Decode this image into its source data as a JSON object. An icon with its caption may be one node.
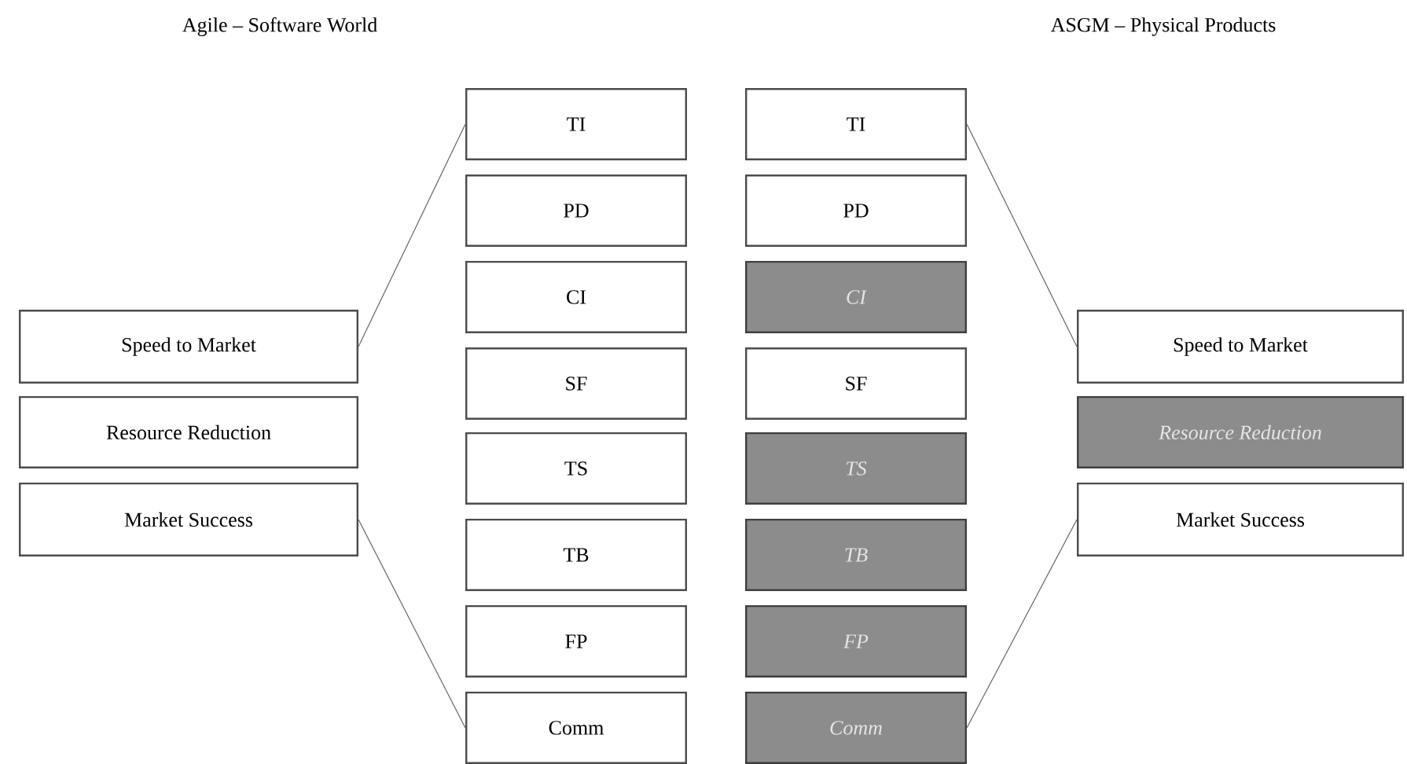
{
  "diagram": {
    "nodes": [
      {
        "text": [
          "Speed to Market"
        ]
      },
      {
        "text": [
          "Resource Reduction"
        ]
      },
      {
        "text": [
          "Market Success"
        ]
      },
      {
        "text": [
          "TI"
        ]
      },
      {
        "text": [
          "PD"
        ]
      },
      {
        "text": [
          "CI"
        ]
      },
      {
        "text": [
          "SF"
        ]
      },
      {
        "text": [
          "TS"
        ]
      },
      {
        "text": [
          "TB"
        ]
      },
      {
        "text": [
          "FP"
        ]
      },
      {
        "text": [
          "Comm"
        ]
      },
      {
        "text": [
          "TI"
        ]
      },
      {
        "text": [
          "PD"
        ]
      },
      {
        "text": [
          "CI"
        ]
      },
      {
        "text": [
          "SF"
        ]
      },
      {
        "text": [
          "TS"
        ]
      },
      {
        "text": [
          "TB"
        ]
      },
      {
        "text": [
          "FP"
        ]
      },
      {
        "text": [
          "Comm"
        ]
      },
      {
        "text": [
          "Speed to Market"
        ]
      },
      {
        "text": [
          "Resource Reduction"
        ]
      },
      {
        "text": [
          "Market Success"
        ]
      }
    ],
    "edges": [
      {
        "from": 0,
        "to": 3,
        "arrow": "none"
      },
      {
        "from": 2,
        "to": 10,
        "arrow": "none"
      },
      {
        "from": 11,
        "to": 19,
        "arrow": "none"
      },
      {
        "from": 18,
        "to": 21,
        "arrow": "none"
      }
    ],
    "labels": [
      "Agile – Software World",
      "ASGM – Physical Products"
    ]
  }
}
